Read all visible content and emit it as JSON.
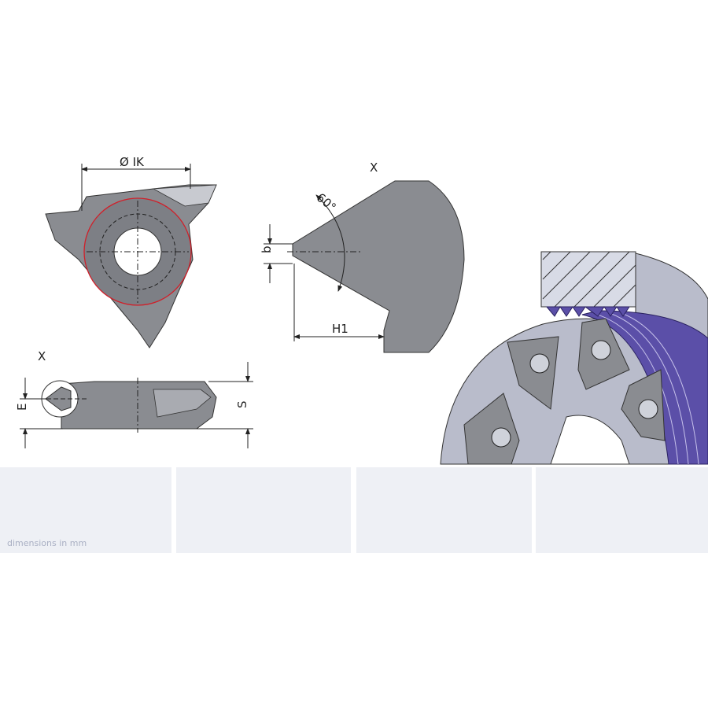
{
  "drawing": {
    "top_view": {
      "diameter_label": "Ø IK"
    },
    "detail_view": {
      "view_label": "X",
      "angle_label": "60°",
      "width_label": "b",
      "height_label": "H1"
    },
    "side_view": {
      "view_label": "X",
      "e_label": "E",
      "s_label": "S"
    }
  },
  "footer": {
    "note": "dimensions in mm",
    "panel_count": 4
  },
  "colors": {
    "insert": "#8a8c91",
    "body": "#b9bccb",
    "thread": "#5b4fa8",
    "panel": "#eef0f5",
    "edge": "#d0202a"
  }
}
